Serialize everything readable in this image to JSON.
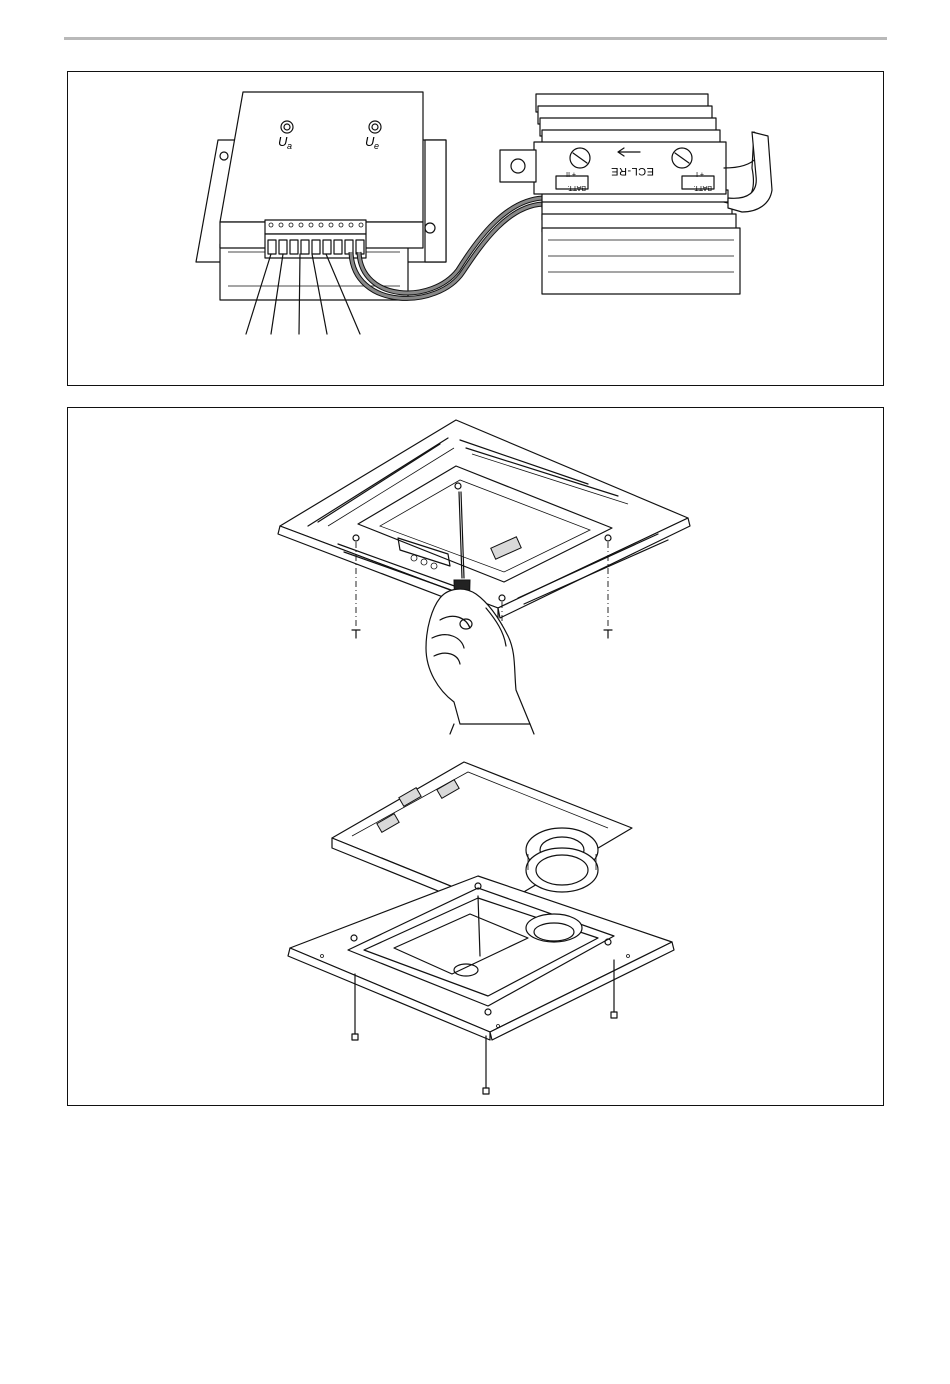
{
  "figure1": {
    "module_labels": {
      "ua_main": "U",
      "ua_sub": "a",
      "ue_main": "U",
      "ue_sub": "e"
    },
    "heater_labels": {
      "model": "ECL-RE",
      "terminal_left": "BATT.",
      "terminal_right": "BATT.",
      "pole_left": "+  II",
      "pole_right": "+  I"
    }
  },
  "figure2": {},
  "figure3": {}
}
